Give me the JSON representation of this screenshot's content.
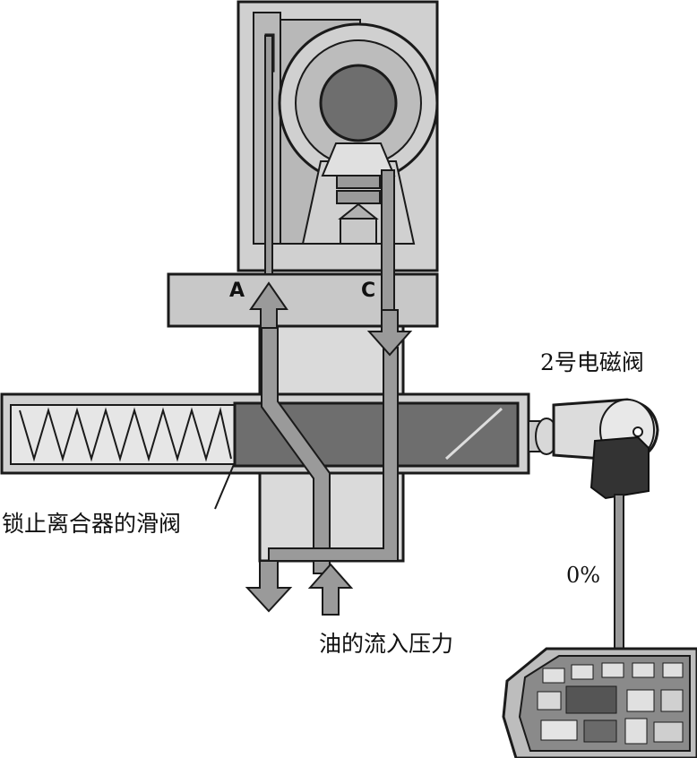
{
  "labels": {
    "solenoid": "2号电磁阀",
    "slide_valve": "锁止离合器的滑阀",
    "oil_pressure": "油的流入压力",
    "duty": "0%"
  },
  "ports": {
    "a": "A",
    "c": "C"
  },
  "colors": {
    "light_gray": "#d0d0d0",
    "mid_gray": "#9a9a9a",
    "dark_gray": "#6e6e6e",
    "outline": "#1a1a1a",
    "spring_bg": "#e6e6e6",
    "inner_gray": "#b8b8b8"
  }
}
